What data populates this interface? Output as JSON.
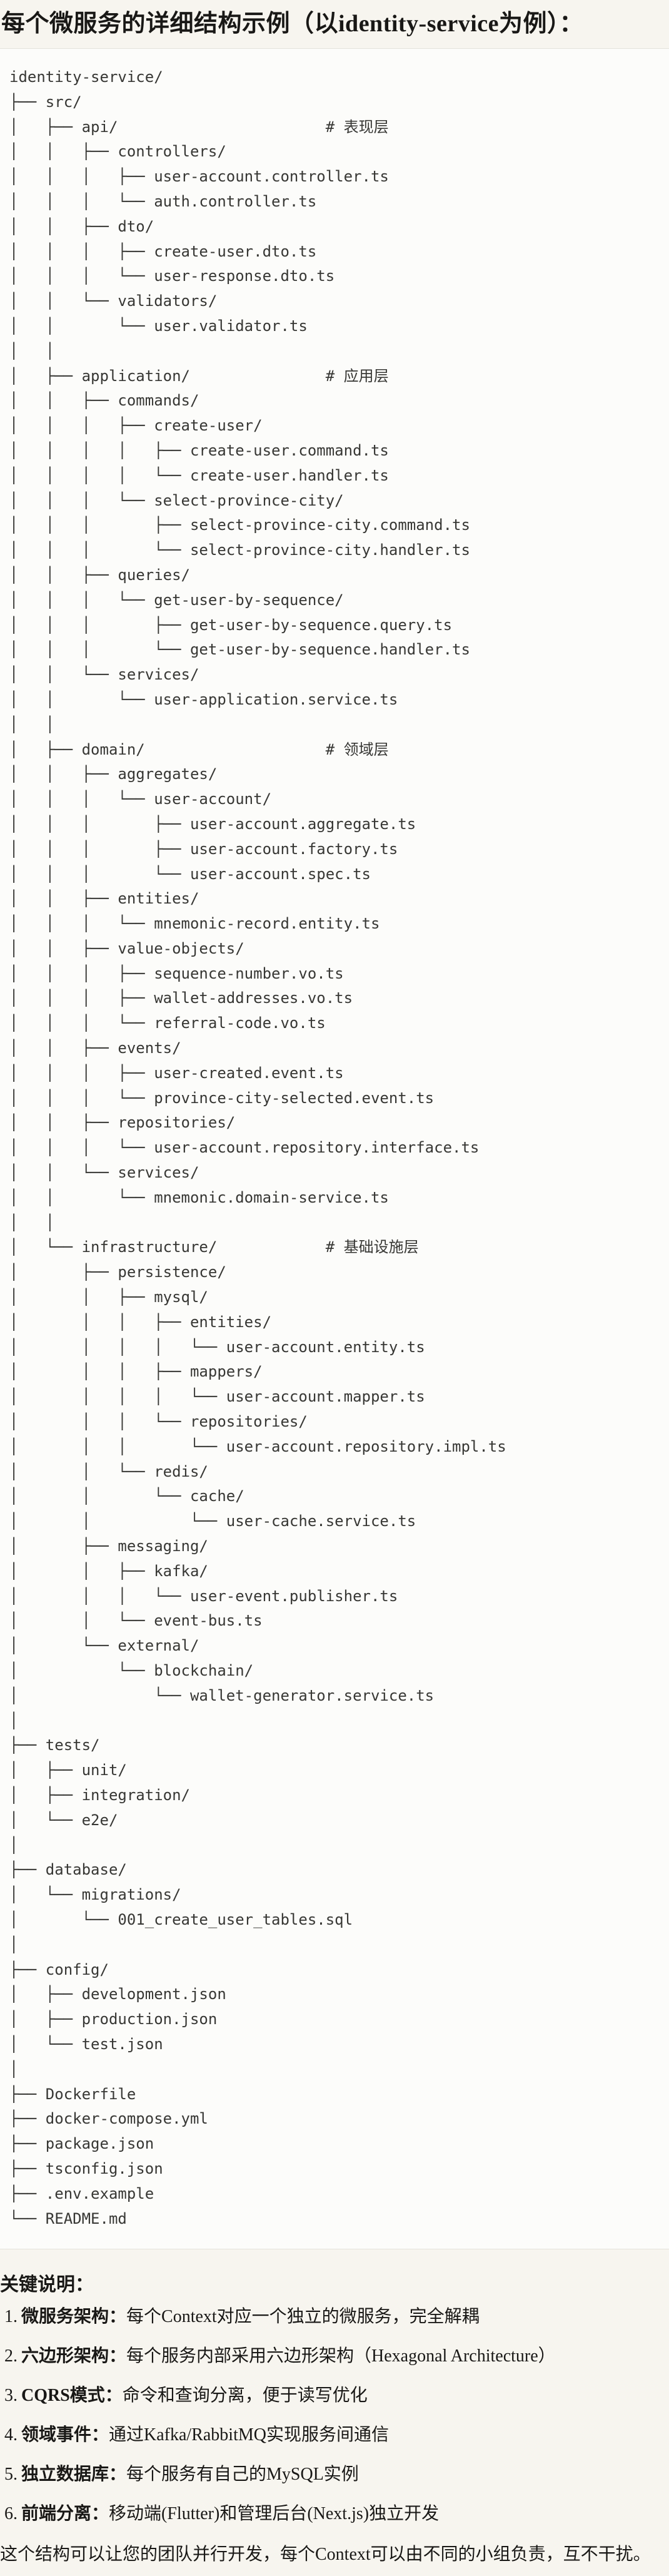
{
  "title": "每个微服务的详细结构示例（以identity-service为例）：",
  "tree_text": "identity-service/\n├── src/\n│   ├── api/                       # 表现层\n│   │   ├── controllers/\n│   │   │   ├── user-account.controller.ts\n│   │   │   └── auth.controller.ts\n│   │   ├── dto/\n│   │   │   ├── create-user.dto.ts\n│   │   │   └── user-response.dto.ts\n│   │   └── validators/\n│   │       └── user.validator.ts\n│   │\n│   ├── application/               # 应用层\n│   │   ├── commands/\n│   │   │   ├── create-user/\n│   │   │   │   ├── create-user.command.ts\n│   │   │   │   └── create-user.handler.ts\n│   │   │   └── select-province-city/\n│   │   │       ├── select-province-city.command.ts\n│   │   │       └── select-province-city.handler.ts\n│   │   ├── queries/\n│   │   │   └── get-user-by-sequence/\n│   │   │       ├── get-user-by-sequence.query.ts\n│   │   │       └── get-user-by-sequence.handler.ts\n│   │   └── services/\n│   │       └── user-application.service.ts\n│   │\n│   ├── domain/                    # 领域层\n│   │   ├── aggregates/\n│   │   │   └── user-account/\n│   │   │       ├── user-account.aggregate.ts\n│   │   │       ├── user-account.factory.ts\n│   │   │       └── user-account.spec.ts\n│   │   ├── entities/\n│   │   │   └── mnemonic-record.entity.ts\n│   │   ├── value-objects/\n│   │   │   ├── sequence-number.vo.ts\n│   │   │   ├── wallet-addresses.vo.ts\n│   │   │   └── referral-code.vo.ts\n│   │   ├── events/\n│   │   │   ├── user-created.event.ts\n│   │   │   └── province-city-selected.event.ts\n│   │   ├── repositories/\n│   │   │   └── user-account.repository.interface.ts\n│   │   └── services/\n│   │       └── mnemonic.domain-service.ts\n│   │\n│   └── infrastructure/            # 基础设施层\n│       ├── persistence/\n│       │   ├── mysql/\n│       │   │   ├── entities/\n│       │   │   │   └── user-account.entity.ts\n│       │   │   ├── mappers/\n│       │   │   │   └── user-account.mapper.ts\n│       │   │   └── repositories/\n│       │   │       └── user-account.repository.impl.ts\n│       │   └── redis/\n│       │       └── cache/\n│       │           └── user-cache.service.ts\n│       ├── messaging/\n│       │   ├── kafka/\n│       │   │   └── user-event.publisher.ts\n│       │   └── event-bus.ts\n│       └── external/\n│           └── blockchain/\n│               └── wallet-generator.service.ts\n│\n├── tests/\n│   ├── unit/\n│   ├── integration/\n│   └── e2e/\n│\n├── database/\n│   └── migrations/\n│       └── 001_create_user_tables.sql\n│\n├── config/\n│   ├── development.json\n│   ├── production.json\n│   └── test.json\n│\n├── Dockerfile\n├── docker-compose.yml\n├── package.json\n├── tsconfig.json\n├── .env.example\n└── README.md",
  "notes": {
    "heading": "关键说明：",
    "items": [
      {
        "num": "1.",
        "label": "微服务架构：",
        "text": "每个Context对应一个独立的微服务，完全解耦"
      },
      {
        "num": "2.",
        "label": "六边形架构：",
        "text": "每个服务内部采用六边形架构（Hexagonal Architecture）"
      },
      {
        "num": "3.",
        "label": "CQRS模式：",
        "text": "命令和查询分离，便于读写优化"
      },
      {
        "num": "4.",
        "label": "领域事件：",
        "text": "通过Kafka/RabbitMQ实现服务间通信"
      },
      {
        "num": "5.",
        "label": "独立数据库：",
        "text": "每个服务有自己的MySQL实例"
      },
      {
        "num": "6.",
        "label": "前端分离：",
        "text": "移动端(Flutter)和管理后台(Next.js)独立开发"
      }
    ],
    "footer": "这个结构可以让您的团队并行开发，每个Context可以由不同的小组负责，互不干扰。"
  },
  "colors": {
    "page_bg": "#f7f5ef",
    "code_bg": "#fcfcfa",
    "code_border": "#e4e2db",
    "code_text": "#373734",
    "body_text": "#191816"
  }
}
